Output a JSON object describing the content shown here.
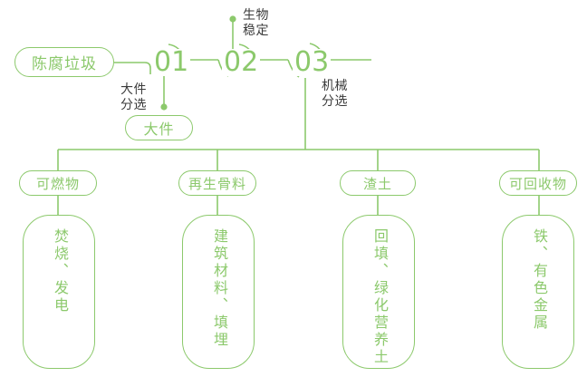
{
  "theme": {
    "line_color": "#8CC96C",
    "text_green": "#8CC96C",
    "annotation_color": "#3b3b3b",
    "background": "#ffffff"
  },
  "flow": {
    "input_node": {
      "label": "陈腐垃圾"
    },
    "stages": [
      {
        "number": "01",
        "process_label": "大件\n分选"
      },
      {
        "number": "02",
        "process_label": "生物\n稳定"
      },
      {
        "number": "03",
        "process_label": "机械\n分选"
      }
    ],
    "side_output": {
      "label": "大件"
    },
    "outputs": [
      {
        "category": "可燃物",
        "destination": "焚烧、发电"
      },
      {
        "category": "再生骨料",
        "destination": "建筑材料、填埋"
      },
      {
        "category": "渣土",
        "destination": "回填、绿化营养土"
      },
      {
        "category": "可回收物",
        "destination": "铁、有色金属"
      }
    ]
  }
}
